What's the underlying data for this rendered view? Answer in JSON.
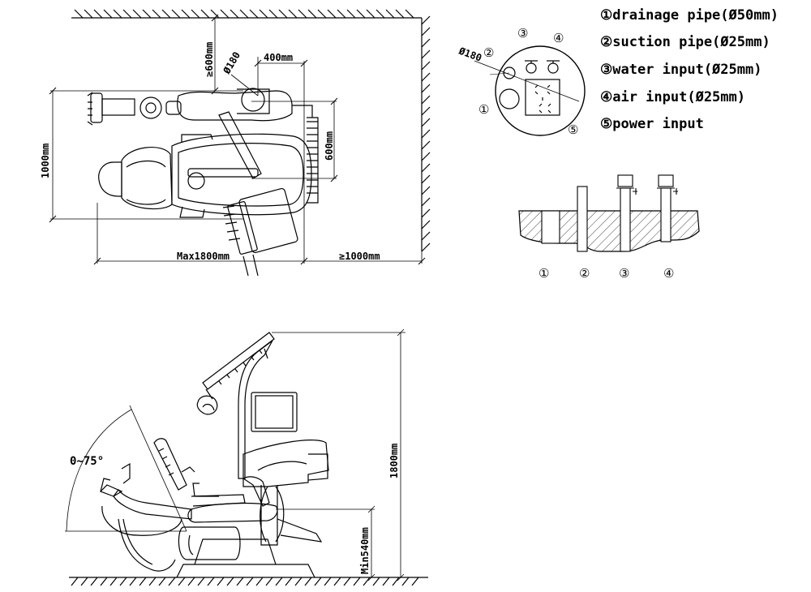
{
  "top_view": {
    "dim_clearance_top": "≥600mm",
    "dim_box_diameter": "Ø180",
    "dim_400": "400mm",
    "dim_1000": "1000mm",
    "dim_600": "600mm",
    "dim_max_length": "Max1800mm",
    "dim_clearance_right": "≥1000mm"
  },
  "floor_box": {
    "dim_diameter": "Ø180",
    "callouts": [
      "①",
      "②",
      "③",
      "④",
      "⑤"
    ]
  },
  "legend": [
    "①drainage pipe(Ø50mm)",
    "②suction pipe(Ø25mm)",
    "③water input(Ø25mm)",
    "④air input(Ø25mm)",
    "⑤power input"
  ],
  "section_view": {
    "labels": [
      "①",
      "②",
      "③",
      "④"
    ]
  },
  "side_view": {
    "dim_angle": "0~75°",
    "dim_height": "1800mm",
    "dim_min_seat": "Min540mm"
  },
  "colors": {
    "line": "#000000",
    "hatch": "#444444",
    "background": "#ffffff"
  }
}
